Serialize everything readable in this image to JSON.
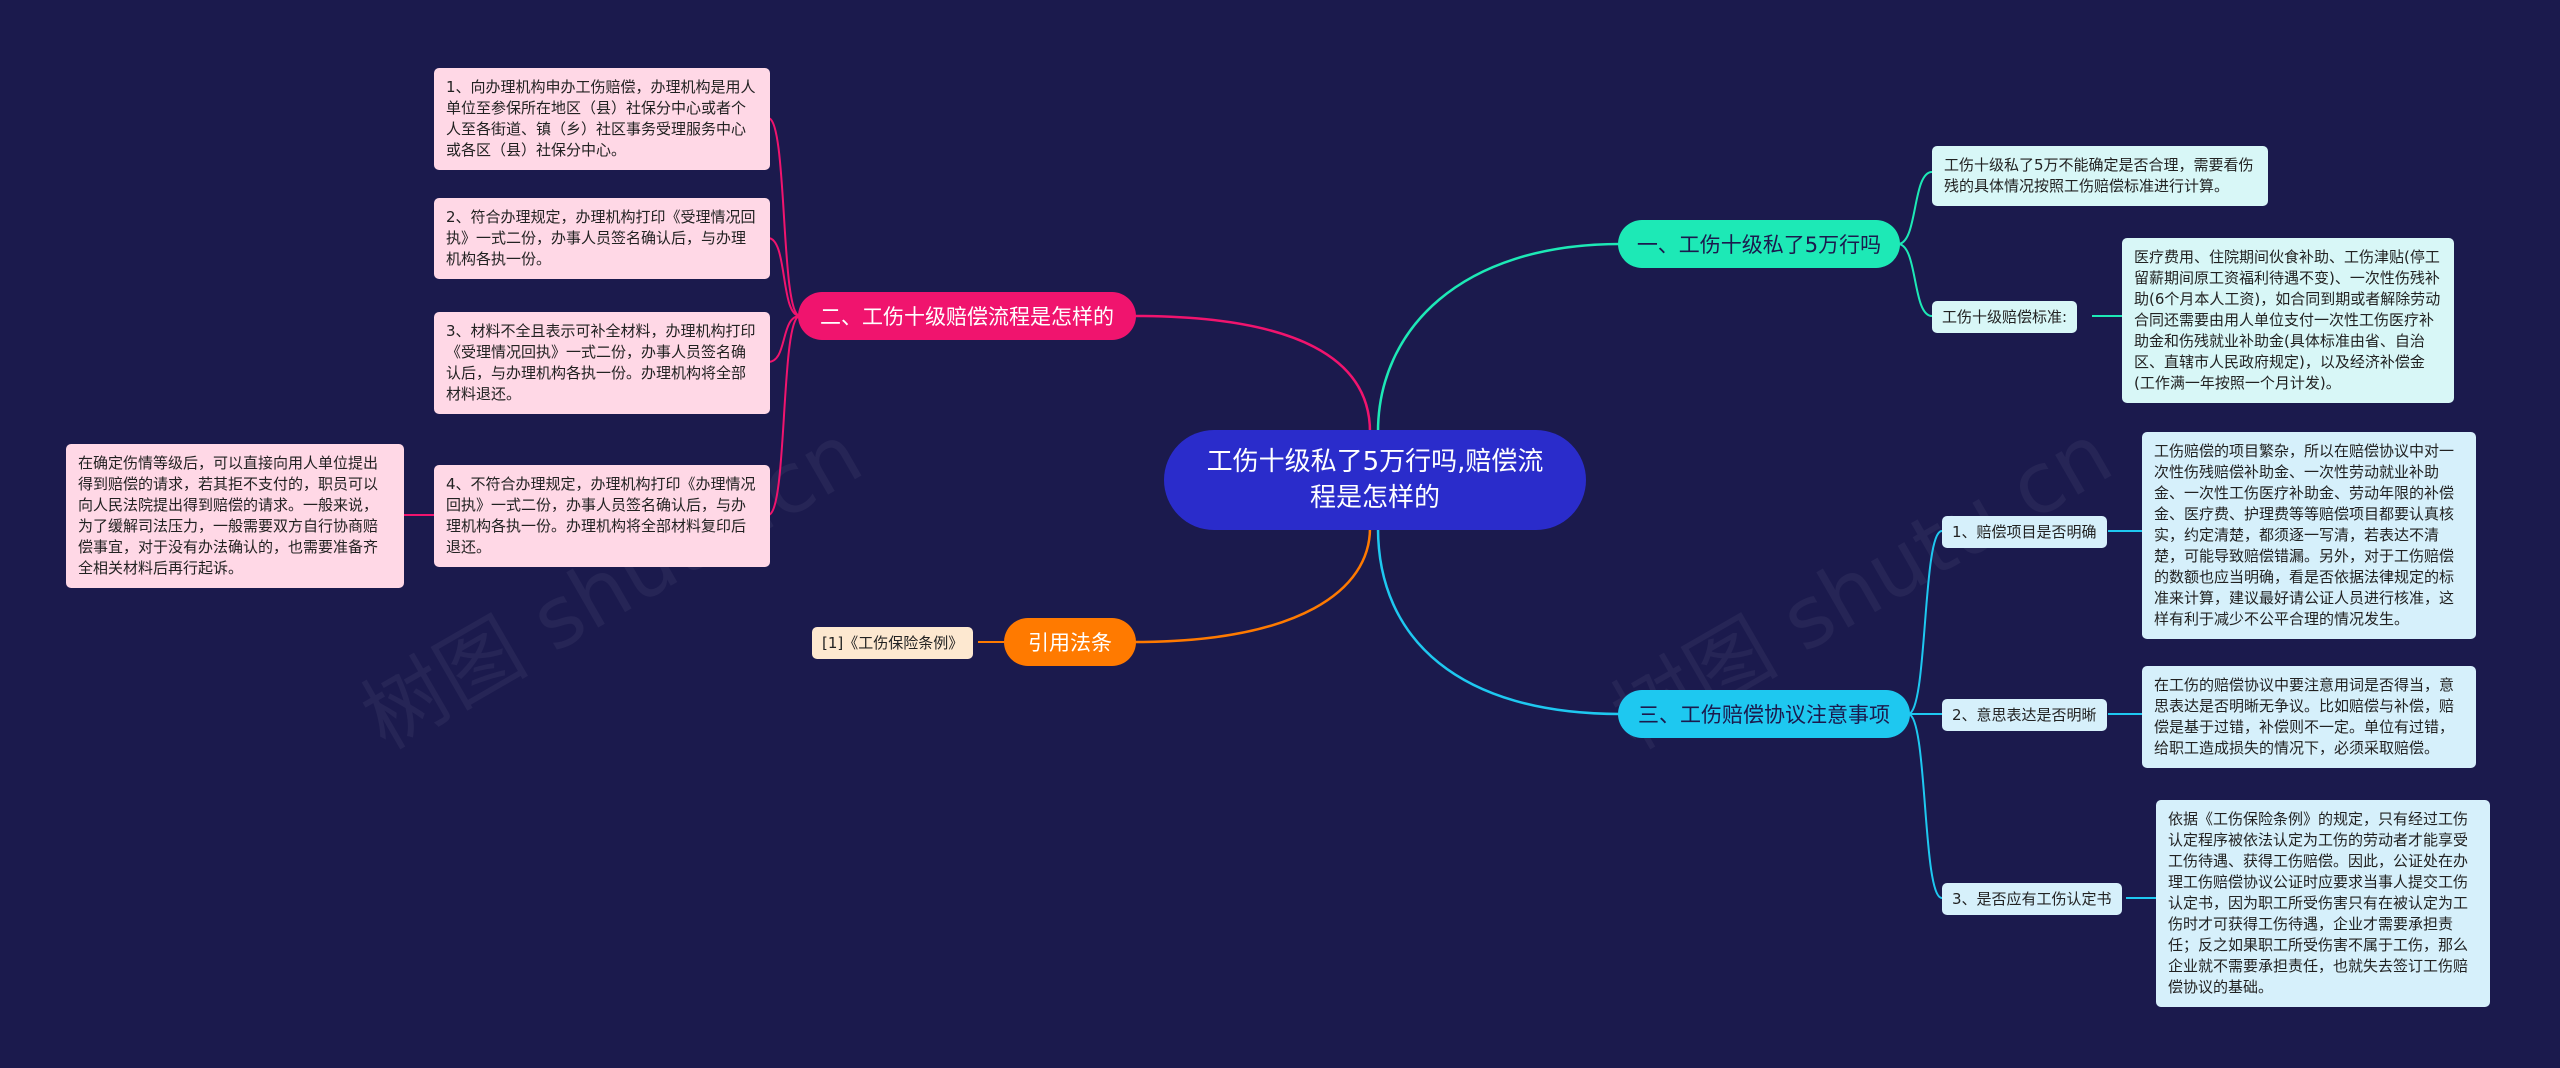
{
  "center": {
    "title": "工伤十级私了5万行吗,赔偿流程是怎样的"
  },
  "watermark": "树图 shutu.cn",
  "branch1": {
    "title": "一、工伤十级私了5万行吗",
    "color": "#1de9b6",
    "leaf1": "工伤十级私了5万不能确定是否合理，需要看伤残的具体情况按照工伤赔偿标准进行计算。",
    "sub1": {
      "label": "工伤十级赔偿标准:",
      "detail": "医疗费用、住院期间伙食补助、工伤津贴(停工留薪期间原工资福利待遇不变)、一次性伤残补助(6个月本人工资)，如合同到期或者解除劳动合同还需要由用人单位支付一次性工伤医疗补助金和伤残就业补助金(具体标准由省、自治区、直辖市人民政府规定)，以及经济补偿金(工作满一年按照一个月计发)。"
    }
  },
  "branch2": {
    "title": "二、工伤十级赔偿流程是怎样的",
    "color": "#f0146e",
    "items": [
      "1、向办理机构申办工伤赔偿，办理机构是用人单位至参保所在地区（县）社保分中心或者个人至各街道、镇（乡）社区事务受理服务中心或各区（县）社保分中心。",
      "2、符合办理规定，办理机构打印《受理情况回执》一式二份，办事人员签名确认后，与办理机构各执一份。",
      "3、材料不全且表示可补全材料，办理机构打印《受理情况回执》一式二份，办事人员签名确认后，与办理机构各执一份。办理机构将全部材料退还。",
      "4、不符合办理规定，办理机构打印《办理情况回执》一式二份，办事人员签名确认后，与办理机构各执一份。办理机构将全部材料复印后退还。"
    ],
    "sub4": "在确定伤情等级后，可以直接向用人单位提出得到赔偿的请求，若其拒不支付的，职员可以向人民法院提出得到赔偿的请求。一般来说，为了缓解司法压力，一般需要双方自行协商赔偿事宜，对于没有办法确认的，也需要准备齐全相关材料后再行起诉。"
  },
  "branch3": {
    "title": "三、工伤赔偿协议注意事项",
    "color": "#1ec8f0",
    "subs": [
      {
        "label": "1、赔偿项目是否明确",
        "detail": "工伤赔偿的项目繁杂，所以在赔偿协议中对一次性伤残赔偿补助金、一次性劳动就业补助金、一次性工伤医疗补助金、劳动年限的补偿金、医疗费、护理费等等赔偿项目都要认真核实，约定清楚，都须逐一写清，若表达不清楚，可能导致赔偿错漏。另外，对于工伤赔偿的数额也应当明确，看是否依据法律规定的标准来计算，建议最好请公证人员进行核准，这样有利于减少不公平合理的情况发生。"
      },
      {
        "label": "2、意思表达是否明晰",
        "detail": "在工伤的赔偿协议中要注意用词是否得当，意思表达是否明晰无争议。比如赔偿与补偿，赔偿是基于过错，补偿则不一定。单位有过错，给职工造成损失的情况下，必须采取赔偿。"
      },
      {
        "label": "3、是否应有工伤认定书",
        "detail": "依据《工伤保险条例》的规定，只有经过工伤认定程序被依法认定为工伤的劳动者才能享受工伤待遇、获得工伤赔偿。因此，公证处在办理工伤赔偿协议公证时应要求当事人提交工伤认定书，因为职工所受伤害只有在被认定为工伤时才可获得工伤待遇，企业才需要承担责任；反之如果职工所受伤害不属于工伤，那么企业就不需要承担责任，也就失去签订工伤赔偿协议的基础。"
      }
    ]
  },
  "branch4": {
    "title": "引用法条",
    "color": "#ff7a00",
    "leaf": "[1]《工伤保险条例》"
  }
}
